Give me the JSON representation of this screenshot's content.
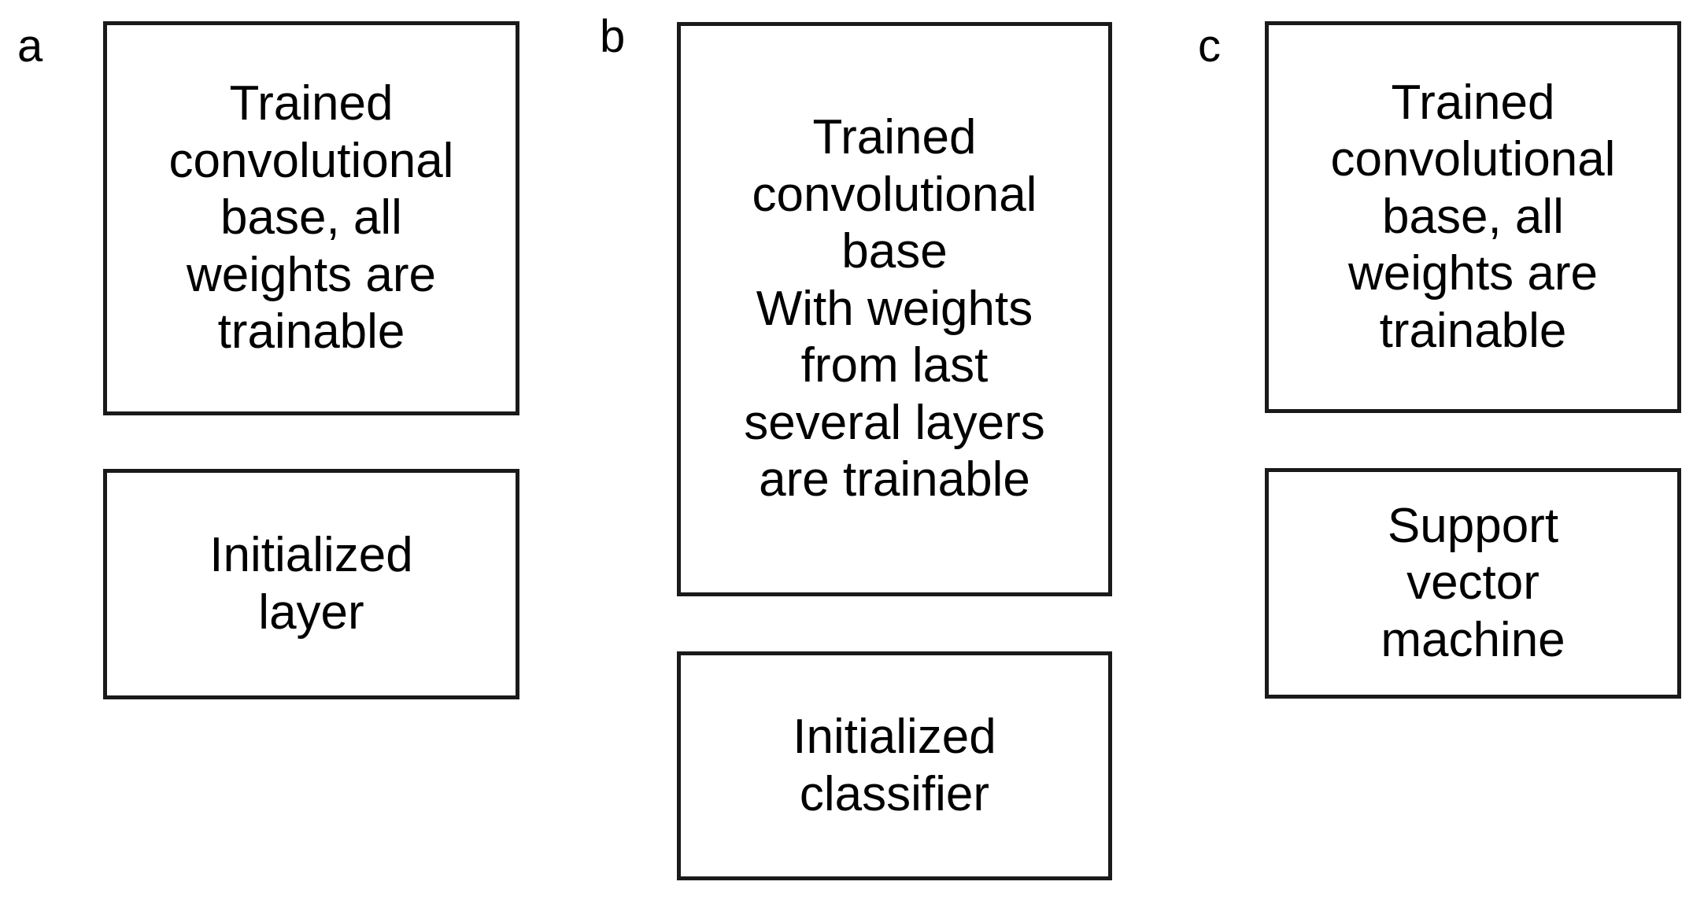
{
  "figure": {
    "background_color": "#ffffff",
    "box_border_color": "#1a1a1a",
    "text_color": "#000000",
    "type": "diagram",
    "panel_count": 3
  },
  "panels": [
    {
      "label": "a",
      "boxes": [
        {
          "name": "trained-convolutional-base-all-trainable",
          "text": "Trained\nconvolutional\nbase, all\nweights are\ntrainable"
        },
        {
          "name": "initialized-layer",
          "text": "Initialized\nlayer"
        }
      ]
    },
    {
      "label": "b",
      "boxes": [
        {
          "name": "trained-convolutional-base-partial-trainable",
          "text": "Trained\nconvolutional\nbase\nWith weights\nfrom last\nseveral layers\nare trainable"
        },
        {
          "name": "initialized-classifier",
          "text": "Initialized\nclassifier"
        }
      ]
    },
    {
      "label": "c",
      "boxes": [
        {
          "name": "trained-convolutional-base-all-trainable",
          "text": "Trained\nconvolutional\nbase, all\nweights are\ntrainable"
        },
        {
          "name": "support-vector-machine",
          "text": "Support\nvector\nmachine"
        }
      ]
    }
  ]
}
